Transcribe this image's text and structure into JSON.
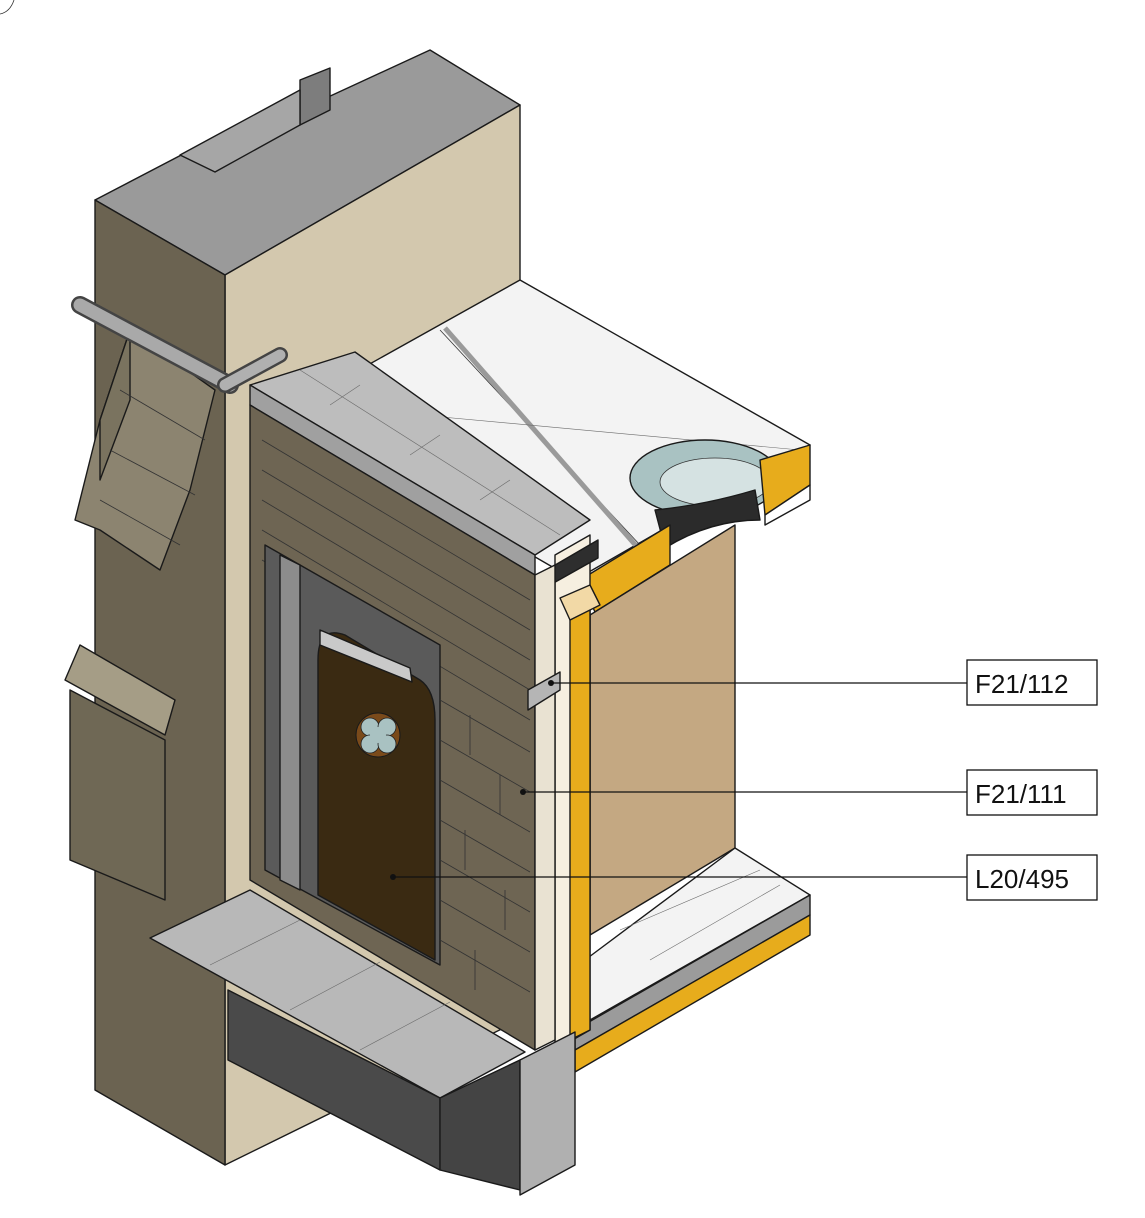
{
  "tags": [
    {
      "id": "f21-112",
      "text": "F21/112"
    },
    {
      "id": "f21-111",
      "text": "F21/111"
    },
    {
      "id": "l20-495",
      "text": "L20/495"
    }
  ],
  "colors": {
    "outline": "#1a1a1a",
    "cream_render": "#d3c8ae",
    "stone_dark": "#6e6553",
    "stone_grey": "#8c857a",
    "coping": "#bdbdbd",
    "roof_white": "#f3f3f3",
    "insulation": "#e7ac1c",
    "interior_plaster": "#c4a882",
    "door_brown": "#3a2a12",
    "concrete": "#9b9b9b",
    "glass": "#a9c2c2"
  }
}
